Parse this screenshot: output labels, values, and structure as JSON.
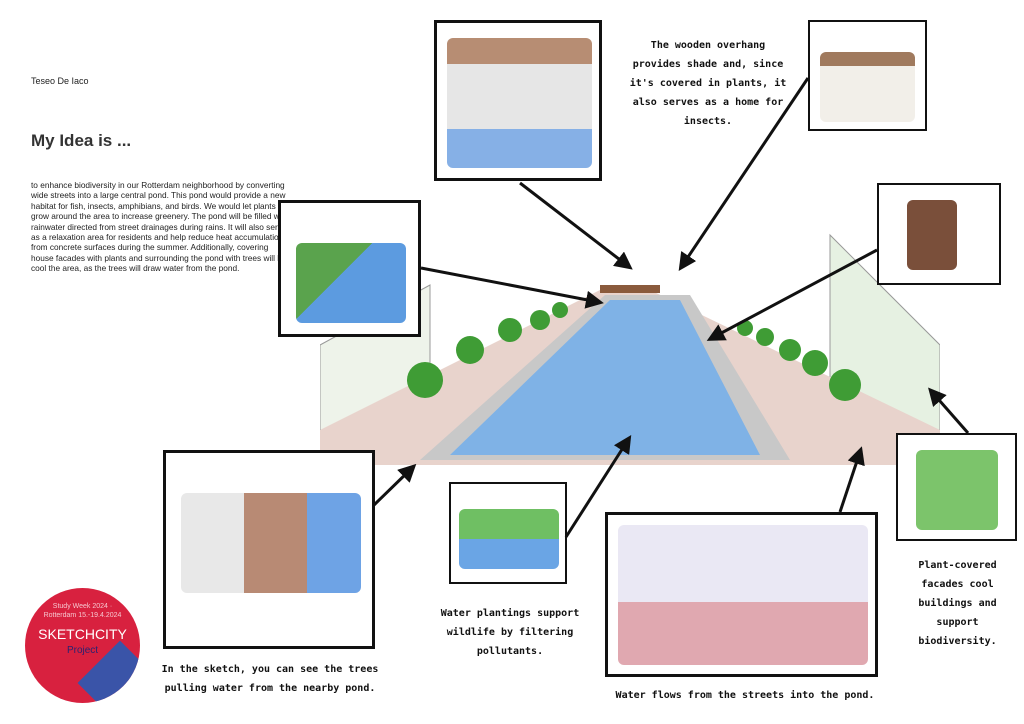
{
  "author": "Teseo  De Iaco",
  "heading": "My Idea is ...",
  "body": "to enhance biodiversity in our Rotterdam neighborhood by converting wide streets into a large central pond. This pond would provide a new habitat for fish, insects, amphibians, and birds. We would let plants grow around the area to increase greenery. The pond will be filled with rainwater directed from street drainages during rains. It will also serve as a relaxation area for residents and help reduce heat accumulation from concrete surfaces during the summer. Additionally, covering house facades with plants and surrounding the pond with trees will help cool the area, as the trees will draw water from the pond.",
  "captions": {
    "overhang": "The wooden overhang provides shade and, since it's covered in plants, it also serves as a home for insects.",
    "plantings": "Water plantings support wildlife by filtering pollutants.",
    "trees": "In the sketch, you can see the trees pulling water from the nearby pond.",
    "flows": "Water flows from the streets into the pond.",
    "facades": "Plant-covered facades cool buildings and support biodiversity."
  },
  "sticker": {
    "ring": "Study Week 2024 · Rotterdam 15.-19.4.2024",
    "brand": "SKETCHCITY",
    "sub": "Project"
  },
  "colors": {
    "water": "#6fa6e0",
    "green": "#4fb548",
    "sticker": "#d8213f"
  }
}
